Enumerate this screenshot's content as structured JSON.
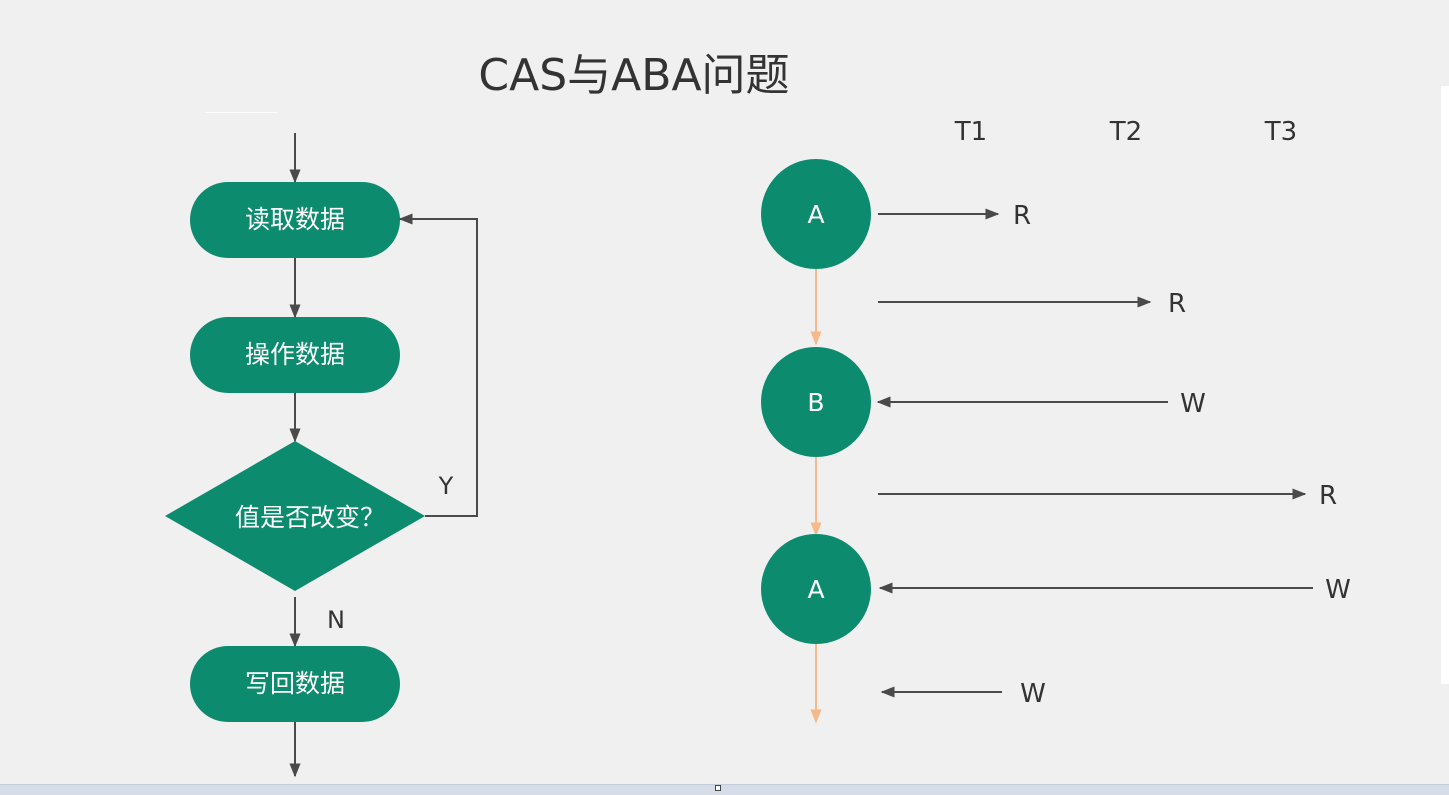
{
  "title": "CAS与ABA问题",
  "colors": {
    "node_fill": "#0c8b6e",
    "node_text": "#ffffff",
    "arrow": "#4a4a4a",
    "timeline": "#f5b98a",
    "text": "#333333",
    "background": "#f0f0f0"
  },
  "flowchart": {
    "step1": "读取数据",
    "step2": "操作数据",
    "decision": "值是否改变？",
    "yes_label": "Y",
    "no_label": "N",
    "step3": "写回数据"
  },
  "aba": {
    "threads": [
      "T1",
      "T2",
      "T3"
    ],
    "states": [
      "A",
      "B",
      "A"
    ],
    "ops": [
      "R",
      "R",
      "W",
      "R",
      "W",
      "W"
    ]
  }
}
